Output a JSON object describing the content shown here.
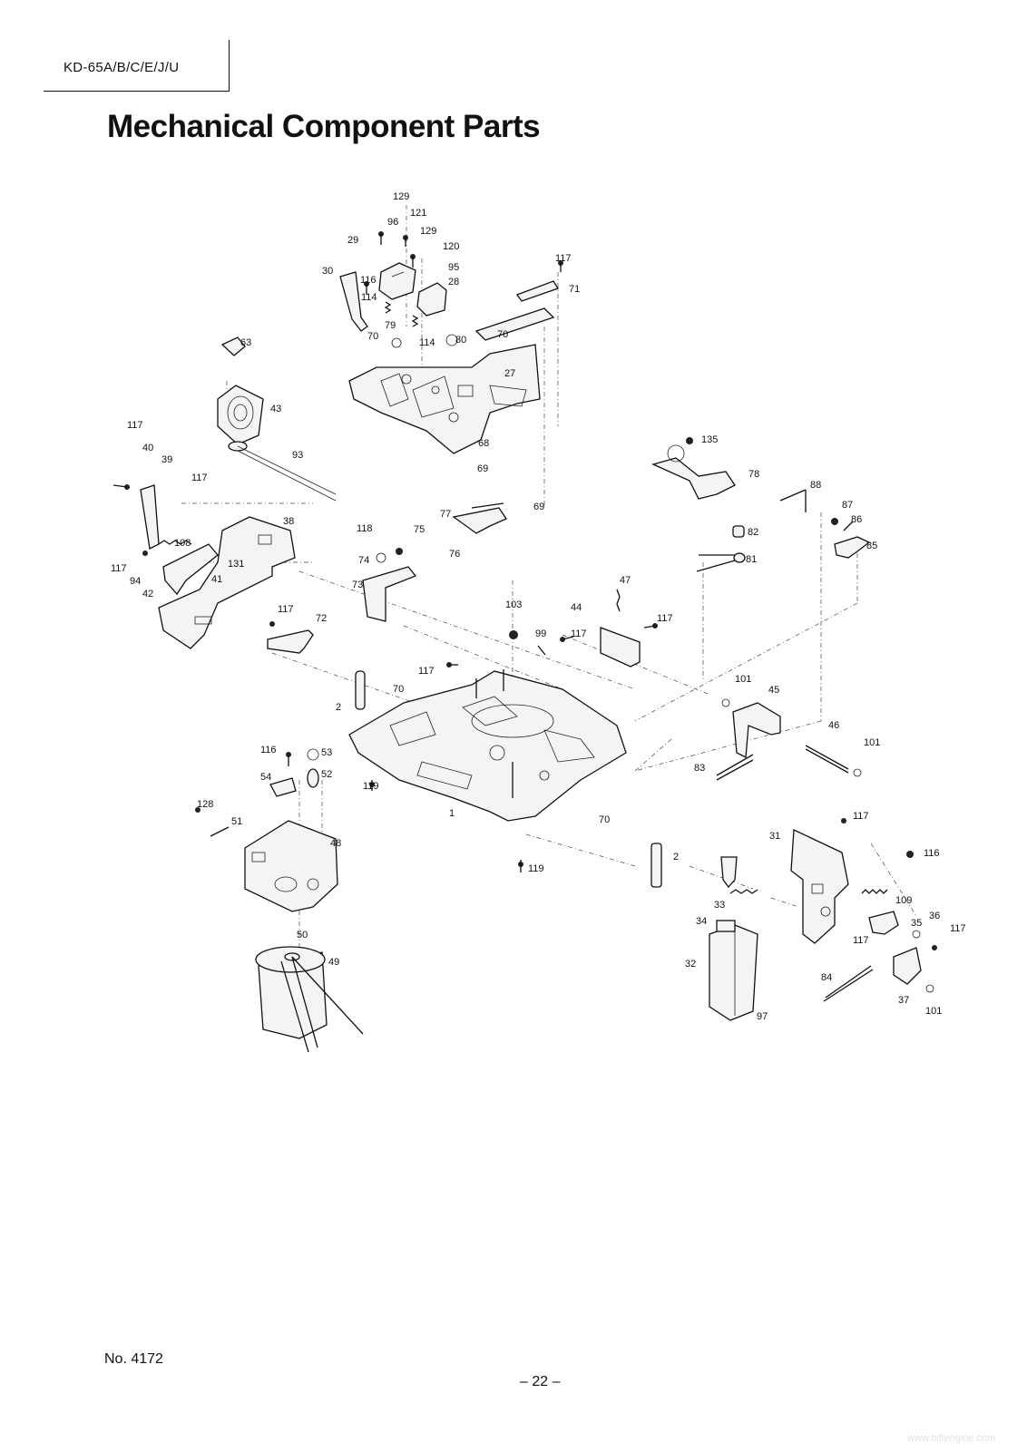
{
  "header": {
    "model": "KD-65A/B/C/E/J/U"
  },
  "title": "Mechanical Component Parts",
  "footer": {
    "doc_number": "No. 4172",
    "page": "– 22 –"
  },
  "watermark": "www.hifiengine.com",
  "icons": [
    "exploded-view-diagram",
    "screw-icon",
    "spring-icon",
    "motor-icon",
    "solenoid-icon",
    "bracket-icon",
    "chassis-icon"
  ],
  "part_labels": {
    "p129a": "129",
    "p121": "121",
    "p96": "96",
    "p129b": "129",
    "p29": "29",
    "p120": "120",
    "p95": "95",
    "p30": "30",
    "p116a": "116",
    "p28": "28",
    "p114a": "114",
    "p117a": "117",
    "p71": "71",
    "p79": "79",
    "p70a": "70",
    "p114b": "114",
    "p80": "80",
    "p70b": "70",
    "p27": "27",
    "p63": "63",
    "p43": "43",
    "p68": "68",
    "p69a": "69",
    "p69b": "69",
    "p135": "135",
    "p78": "78",
    "p117b": "117",
    "p40": "40",
    "p39": "39",
    "p93": "93",
    "p117c": "117",
    "p88": "88",
    "p87": "87",
    "p86": "86",
    "p82": "82",
    "p85": "85",
    "p77": "77",
    "p38": "38",
    "p118": "118",
    "p75": "75",
    "p108": "108",
    "p74": "74",
    "p76": "76",
    "p81": "81",
    "p117d": "117",
    "p131": "131",
    "p94": "94",
    "p41": "41",
    "p42": "42",
    "p73": "73",
    "p47": "47",
    "p103": "103",
    "p44": "44",
    "p117e": "117",
    "p72": "72",
    "p99": "99",
    "p117f": "117",
    "p117g": "117",
    "p117h": "117",
    "p101a": "101",
    "p45": "45",
    "p2a": "2",
    "p70c": "70",
    "p46": "46",
    "p101b": "101",
    "p116b": "116",
    "p53": "53",
    "p52": "52",
    "p54": "54",
    "p119a": "119",
    "p83": "83",
    "p128": "128",
    "p51": "51",
    "p1": "1",
    "p70d": "70",
    "p117i": "117",
    "p31": "31",
    "p48": "48",
    "p2b": "2",
    "p116c": "116",
    "p119b": "119",
    "p109": "109",
    "p33": "33",
    "p34": "34",
    "p36": "36",
    "p35": "35",
    "p117j": "117",
    "p117k": "117",
    "p50": "50",
    "p49": "49",
    "p32": "32",
    "p84": "84",
    "p37": "37",
    "p101c": "101",
    "p97": "97"
  }
}
